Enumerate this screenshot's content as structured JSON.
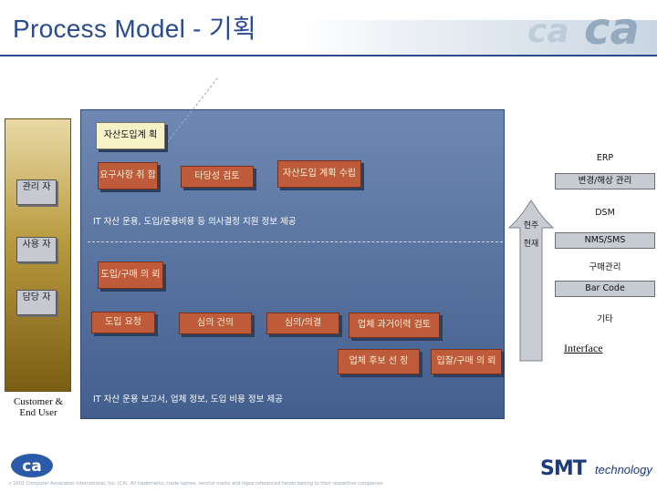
{
  "header": {
    "title": "Process Model - 기획",
    "logo_text": "ca"
  },
  "roles": {
    "manager": "관리 자",
    "user": "사용 자",
    "staff": "담당 자",
    "customer": "Customer & End User"
  },
  "process": {
    "asset_plan": "자산도입계 획",
    "requirement": "요구사항 취 합",
    "feasibility": "타당성 검토",
    "intro_plan": "자산도입 계획 수립",
    "info_note": "IT 자산 운용, 도입/운용비용 등 의사결정 지원 정보 제공",
    "intro_purchase": "도입/구매 의 뢰",
    "intro_request": "도입 요청",
    "review_request": "심의 건의",
    "review_decision": "심의/의결",
    "vendor_history": "업체 과거이력 검토",
    "vendor_select": "업체 후보 선 정",
    "bid_request": "입찰/구매 의 뢰",
    "report_note": "IT 자산 운용 보고서, 업체 정보, 도입 비용 정보 제공"
  },
  "arrow": {
    "label_top": "현주",
    "label_bottom": "현재"
  },
  "right_panel": {
    "erp": "ERP",
    "asset_mgmt": "변경/해상 관리",
    "dsm": "DSM",
    "nms": "NMS/SMS",
    "purchase_mgmt": "구매관리",
    "barcode": "Bar Code",
    "other": "기타",
    "interface": "Interface"
  },
  "footer": {
    "ca_logo": "ca",
    "copyright": "c 2001 Computer Associates International, Inc. (CA). All trademarks, trade names, service marks and logos referenced herein belong to their respective companies.",
    "smt_logo_word": "SMT",
    "smt_logo_tech": "technology"
  },
  "colors": {
    "title": "#2a4b8d",
    "process_box": "#bd5b3a",
    "panel": "#5470a0",
    "arrow": "#c9ccd2"
  }
}
